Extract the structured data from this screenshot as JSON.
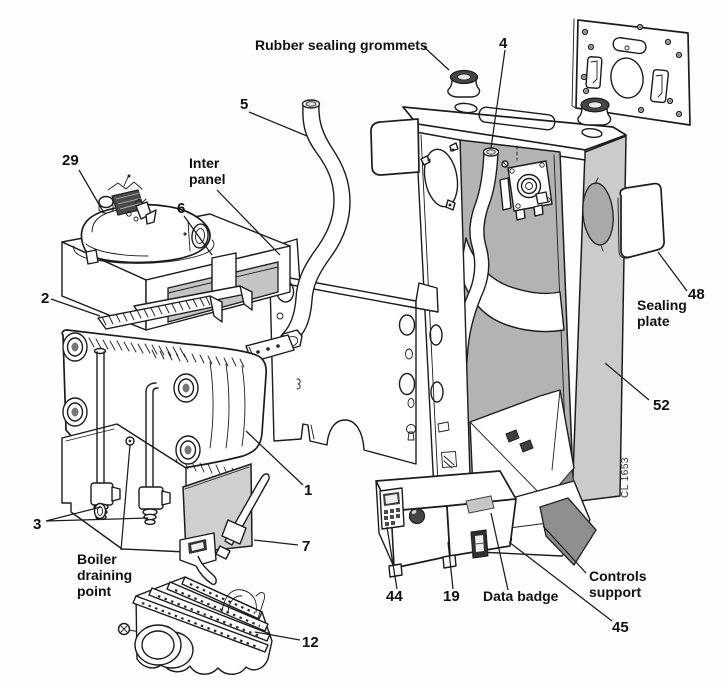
{
  "diagram": {
    "background": "#ffffff",
    "ink": "#1c1c1c",
    "shade_light": "#cbcbcb",
    "shade_mid": "#b3b3b3",
    "shade_dark": "#8f8f8f",
    "labels": {
      "rubber_grommets": "Rubber sealing grommets",
      "inter_panel": {
        "line1": "Inter",
        "line2": "panel"
      },
      "sealing_plate": {
        "line1": "Sealing",
        "line2": "plate"
      },
      "boiler_draining_point": {
        "line1": "Boiler",
        "line2": "draining",
        "line3": "point"
      },
      "data_badge": "Data badge",
      "controls_support": {
        "line1": "Controls",
        "line2": "support"
      },
      "drawing_ref": "CL 1653",
      "callouts": {
        "n1": "1",
        "n2": "2",
        "n3": "3",
        "n4": "4",
        "n5": "5",
        "n6": "6",
        "n7": "7",
        "n12": "12",
        "n19": "19",
        "n29": "29",
        "n44": "44",
        "n45": "45",
        "n48": "48",
        "n52": "52"
      }
    }
  }
}
